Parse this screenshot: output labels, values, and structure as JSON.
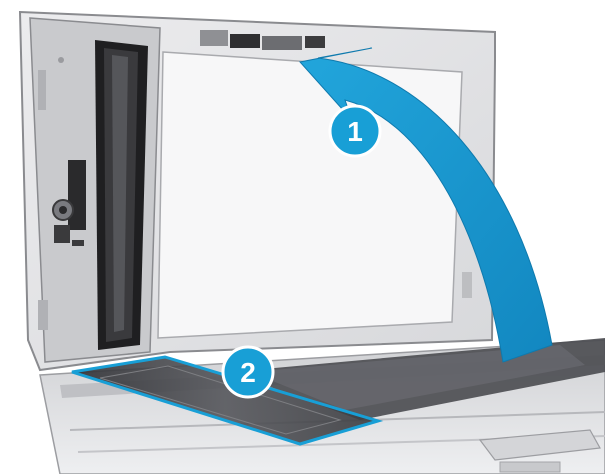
{
  "illustration": {
    "subject": "scanner-lid-open",
    "colors": {
      "lid_outer": "#e2e2e4",
      "lid_frame": "#cdced1",
      "lid_inner_panel": "#f4f4f6",
      "lid_border": "#8a8b8f",
      "mechanism_dark": "#2a2a2c",
      "glass": "#3f4044",
      "glass_strip": "#5a5b60",
      "base_body": "#e6e6e8",
      "highlight_blue": "#189fd6",
      "arrow_blue": "#1ea0d8"
    }
  },
  "callouts": [
    {
      "number": "1"
    },
    {
      "number": "2"
    }
  ]
}
